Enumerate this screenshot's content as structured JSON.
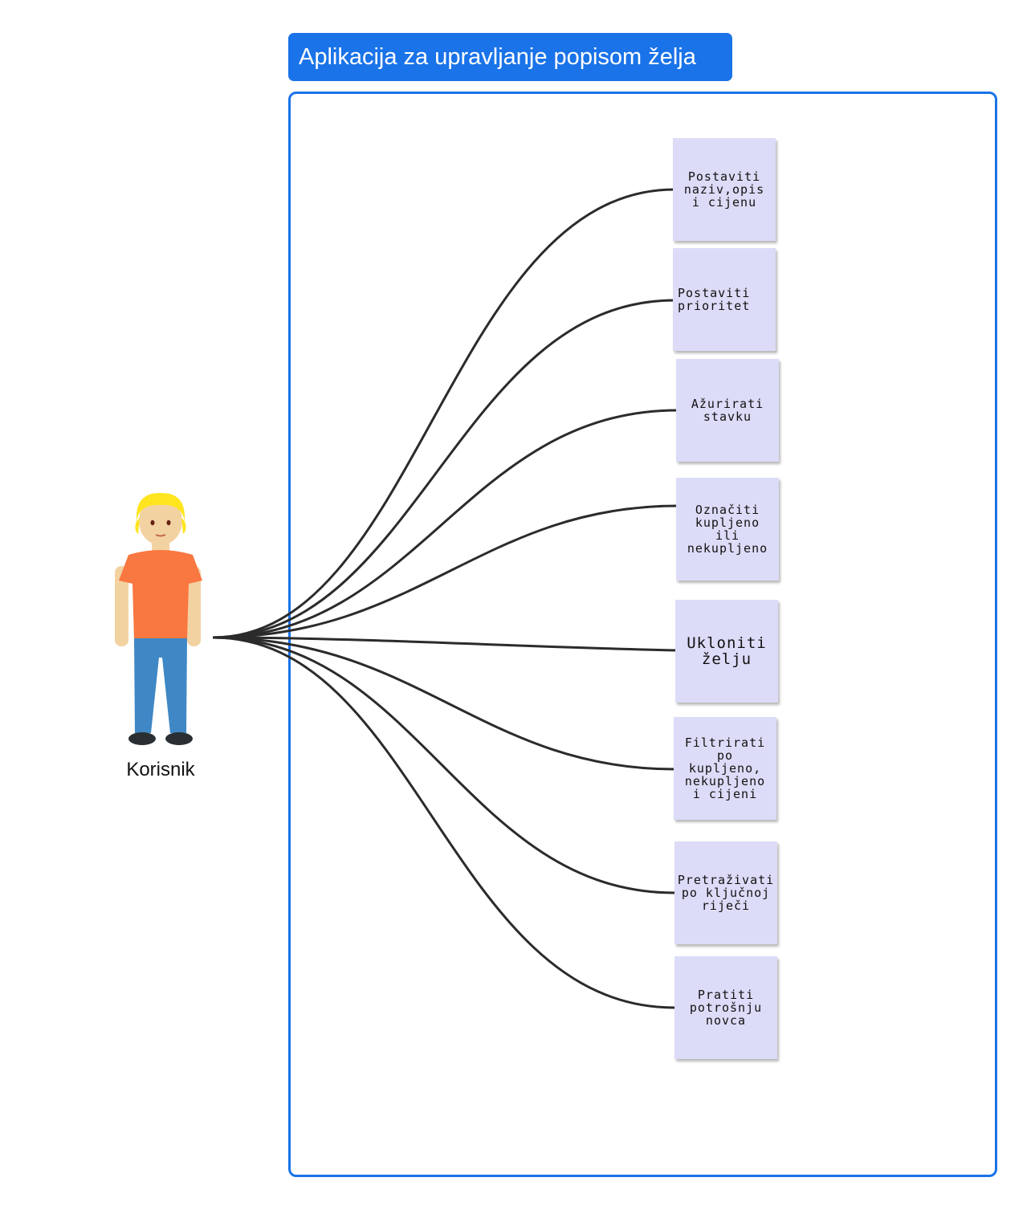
{
  "system": {
    "title": "Aplikacija za upravljanje popisom želja"
  },
  "actor": {
    "label": "Korisnik",
    "icon": "person-icon"
  },
  "use_cases": [
    {
      "label": "Postaviti\nnaziv,opis\ni cijenu"
    },
    {
      "label": "Postaviti\nprioritet"
    },
    {
      "label": "Ažurirati\nstavku"
    },
    {
      "label": "Označiti\nkupljeno\nili\nnekupljeno"
    },
    {
      "label": "Ukloniti\nželju"
    },
    {
      "label": "Filtrirati\npo\nkupljeno,\nnekupljeno\ni cijeni"
    },
    {
      "label": "Pretraživati\npo ključnoj\nriječi"
    },
    {
      "label": "Pratiti\npotrošnju\nnovca"
    }
  ],
  "colors": {
    "accent": "#1a73e8",
    "sticky": "#dcdcf8",
    "connector": "#2b2b2b"
  }
}
